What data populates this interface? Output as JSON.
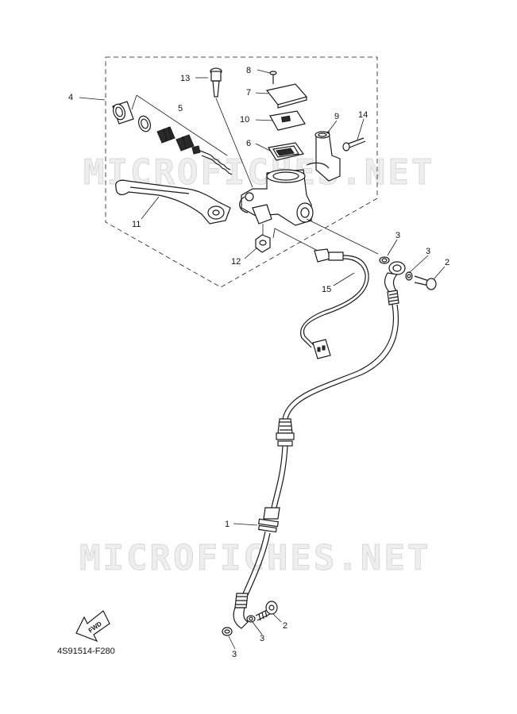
{
  "watermark": "MICROFICHES.NET",
  "diagram_code": "4S91514-F280",
  "fwd_label": "FWD",
  "callouts": {
    "c1": "1",
    "c2a": "2",
    "c2b": "2",
    "c3a": "3",
    "c3b": "3",
    "c3c": "3",
    "c3d": "3",
    "c4": "4",
    "c5": "5",
    "c6": "6",
    "c7": "7",
    "c8": "8",
    "c9": "9",
    "c10": "10",
    "c11": "11",
    "c12": "12",
    "c13": "13",
    "c14": "14",
    "c15": "15"
  }
}
